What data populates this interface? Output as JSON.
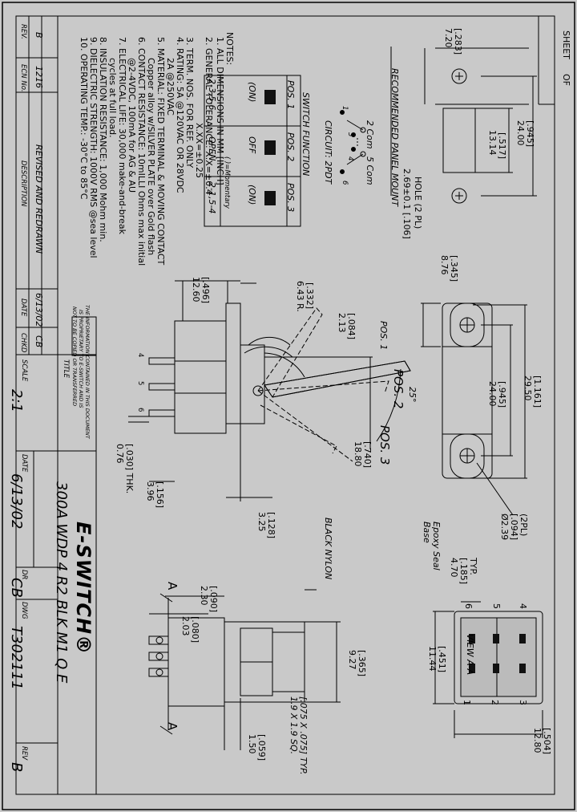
{
  "sheet": {
    "sheet_label": "SHEET",
    "of_label": "OF"
  },
  "notes": {
    "heading": "NOTES:",
    "lines": [
      "1. ALL DIMENSIONS IN MM [INCH]",
      "2. GENERAL TOLERANCE: X.X=±0.4",
      "X.XX=±0.25",
      "3. TERM. NOS. FOR REF. ONLY",
      "4. RATING: 5A @120VAC OR 28VDC",
      "2A @250VAC",
      "5. MATERIAL: FIXED TERMINAL & MOVING CONTACT",
      "Copper alloy w/SILVER PLATE over Gold flash",
      "6. CONTACT RESISTANCE: 10mILLI Ohms max initial",
      "@2-4VDC, 100mA for AG & AU",
      "7. ELECTRICAL LIFE: 30,000 make-and-break",
      "cycles at full load.",
      "8. INSULATION RESISTANCE: 1,000 Mohm min.",
      "9. DIELECTRIC STRENGTH: 1000V RMS @sea level",
      "10. OPERATING TEMP.: -30°C to 85°C"
    ]
  },
  "switch_function": {
    "title": "SWITCH FUNCTION",
    "note": "( )=Momentary",
    "headers": [
      "POS. 1",
      "POS. 2",
      "POS. 3"
    ],
    "states": [
      "(ON)",
      "OFF",
      "(ON)"
    ],
    "terminals": [
      "2-3,5-6",
      "OPEN",
      "2-1,5-4"
    ]
  },
  "circuit": {
    "title": "CIRCUIT: 2PDT",
    "com_left": "2 Com",
    "com_right": "5 Com",
    "pins": [
      "1",
      "3",
      "4",
      "6"
    ]
  },
  "panel_mount": {
    "title": "RECOMMENDED PANEL MOUNT",
    "hole": "2.69±0.1 [.106]",
    "hole2": "HOLE (2 PL)",
    "dims": {
      "d1": "7.20",
      "d1i": "[.283]",
      "d2": "24.00",
      "d2i": "[.945]",
      "d3": "13.14",
      "d3i": "[.517]"
    }
  },
  "top_view": {
    "d1": "8.76",
    "d1i": "[.345]",
    "d2": "29.50",
    "d2i": "[1.161]",
    "d3": "24.00",
    "d3i": "[.945]",
    "hole": "Ø2.39",
    "holei": "[.094]",
    "holeq": "(2PL)"
  },
  "side_view": {
    "radius": "6.43 R.",
    "radiusi": "[.332]",
    "w1": "12.60",
    "w1i": "[.496]",
    "w2": "2.13",
    "w2i": "[.084]",
    "pos1": "POS. 1",
    "pos2": "POS. 2",
    "pos3": "POS. 3",
    "angle": "25°",
    "h1": "18.80",
    "h1i": "[.740]",
    "thk": "0.76",
    "thki": "[.030] THK.",
    "h2": "3.96",
    "h2i": "[.156]",
    "h3": "3.25",
    "h3i": "[.128]",
    "term_labels": [
      "4",
      "5",
      "6"
    ],
    "nylon": "BLACK NYLON"
  },
  "front_view": {
    "d1": "2.30",
    "d1i": "[.090]",
    "d2": "2.03",
    "d2i": "[.080]",
    "d3": "9.27",
    "d3i": "[.365]",
    "d4": "1.50",
    "d4i": "[.059]",
    "term": "1.9 X 1.9 SQ.",
    "termi": "[.075 X .075] TYP.",
    "section": "A"
  },
  "view_aa": {
    "title": "VIEW A-A",
    "epoxy": "Epoxy Seal",
    "base": "Base",
    "d1": "4.70",
    "d1i": "[.185]",
    "d1t": "TYP.",
    "d2": "11.44",
    "d2i": "[.451]",
    "d3": "12.80",
    "d3i": "[.504]",
    "pins_top": [
      "4",
      "5",
      "6"
    ],
    "pins_bottom": [
      "1",
      "2",
      "3"
    ]
  },
  "revision_block": {
    "rev_label": "REV.",
    "ecn_label": "ECN No.",
    "desc_label": "DESCRIPTION",
    "date_label": "DATE",
    "chkd_label": "CHKD",
    "rev": "B",
    "ecn": "1216",
    "desc": "REVISED AND REDRAWN",
    "date": "6/13/02",
    "chkd": "CB"
  },
  "proprietary": [
    "THE INFORMATION CONTAINED IN THIS DOCUMENT",
    "IS PROPRIETARY TO E-SWITCH AND IS",
    "NOT TO BE COPIED OR TRANSFERRED"
  ],
  "title_block": {
    "title_label": "TITLE",
    "title": "300A WDP 4 R2 BLK M1 Q E",
    "brand": "E-SWITCH®",
    "scale_label": "SCALE",
    "scale": "2:1",
    "date_label": "DATE",
    "date": "6/13/02",
    "dr_label": "DR",
    "dr": "CB",
    "dwg_label": "DWG",
    "dwg": "T302111",
    "rev_label": "REV",
    "rev": "B"
  },
  "colors": {
    "background": "#c9c9c9",
    "line": "#000000",
    "body_fill": "#c9c9c9",
    "dark_fill": "#111111"
  }
}
